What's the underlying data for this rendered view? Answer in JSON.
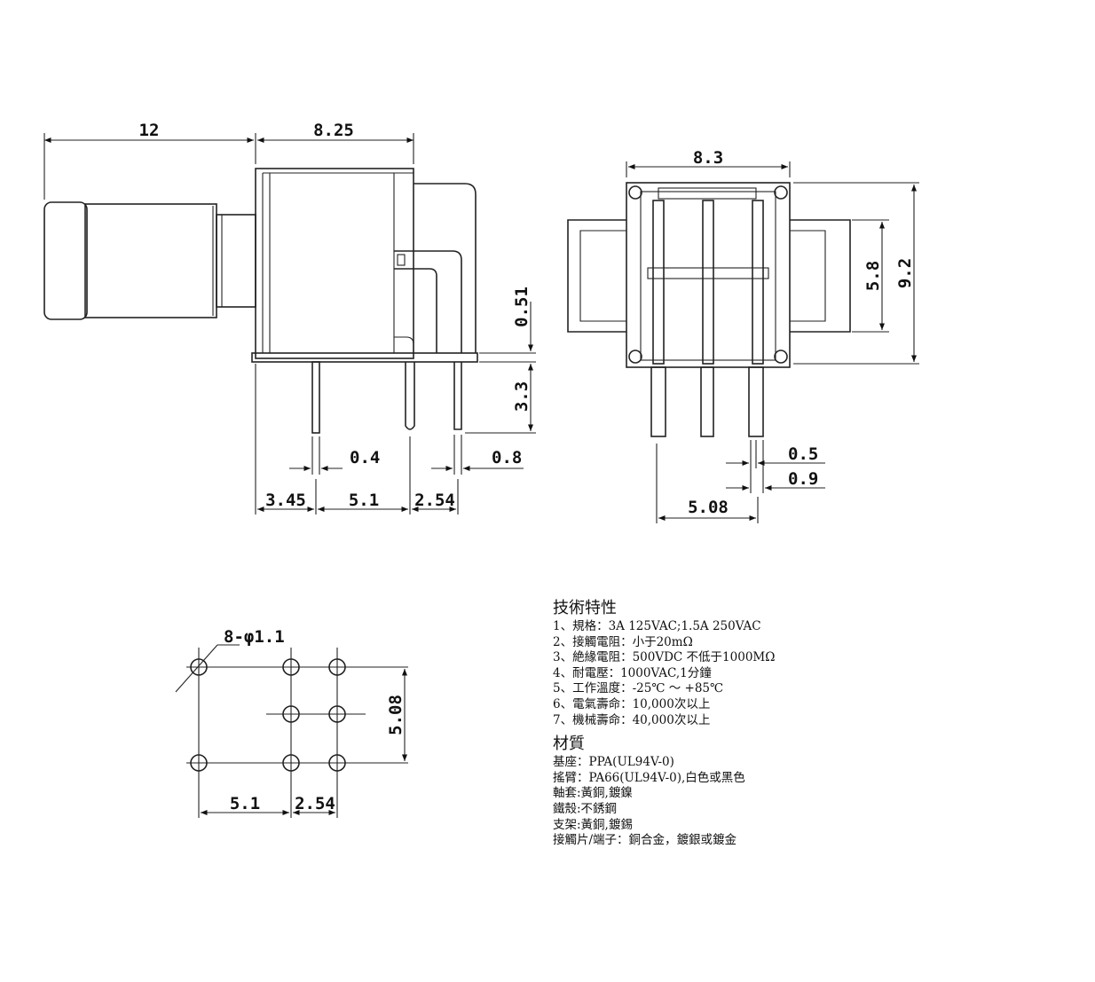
{
  "dimensions": {
    "side_view": {
      "plunger_length": "12",
      "body_length": "8.25",
      "terminal_offset": "0.51",
      "terminal_length": "3.3",
      "terminal_thickness": "0.4",
      "terminal_width": "0.8",
      "edge_to_pin": "3.45",
      "pin_spacing_1": "5.1",
      "pin_spacing_2": "2.54"
    },
    "front_view": {
      "width": "8.3",
      "inner_height": "5.8",
      "height": "9.2",
      "pin_thickness": "0.5",
      "pin_width": "0.9",
      "pin_row_spacing": "5.08"
    },
    "footprint": {
      "hole_callout": "8-φ1.1",
      "row_spacing": "5.08",
      "col_spacing_1": "5.1",
      "col_spacing_2": "2.54"
    }
  },
  "specs": {
    "tech_title": "技術特性",
    "tech_items": [
      "1、規格：3A 125VAC;1.5A 250VAC",
      "2、接觸電阻：小于20mΩ",
      "3、絶緣電阻：500VDC 不低于1000MΩ",
      "4、耐電壓：1000VAC,1分鐘",
      "5、工作溫度：-25℃ ～ +85℃",
      "6、電氣壽命：10,000次以上",
      "7、機械壽命：40,000次以上"
    ],
    "material_title": "材質",
    "material_items": [
      "基座：PPA(UL94V-0)",
      "搖臂：PA66(UL94V-0),白色或黑色",
      "軸套:黃銅,鍍鎳",
      "鐵殼:不銹鋼",
      "支架:黃銅,鍍錫",
      "接觸片/端子：銅合金，鍍銀或鍍金"
    ]
  }
}
